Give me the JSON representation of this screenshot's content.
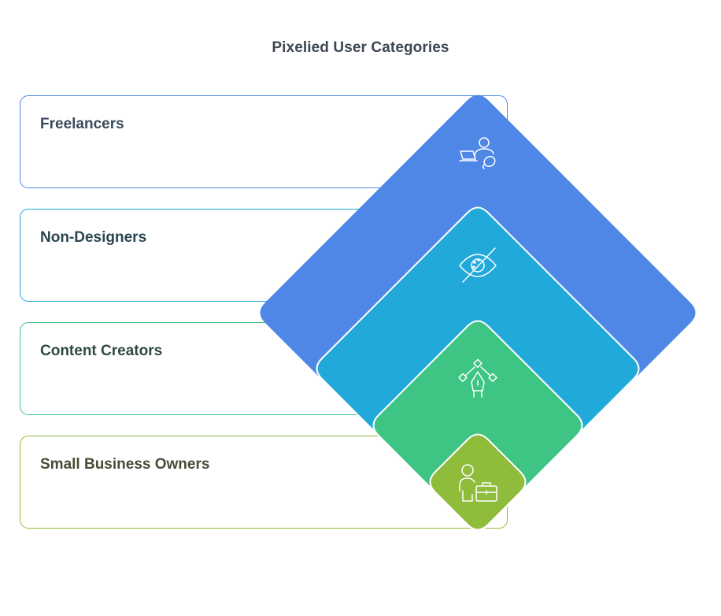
{
  "title": "Pixelied User Categories",
  "categories": [
    {
      "label": "Freelancers",
      "icon": "freelancer-laptop-icon",
      "color": "#4f87e6"
    },
    {
      "label": "Non-Designers",
      "icon": "eye-slash-icon",
      "color": "#21a9d9"
    },
    {
      "label": "Content Creators",
      "icon": "pen-tool-icon",
      "color": "#3ec483"
    },
    {
      "label": "Small Business Owners",
      "icon": "person-briefcase-icon",
      "color": "#8fbc3a"
    }
  ]
}
